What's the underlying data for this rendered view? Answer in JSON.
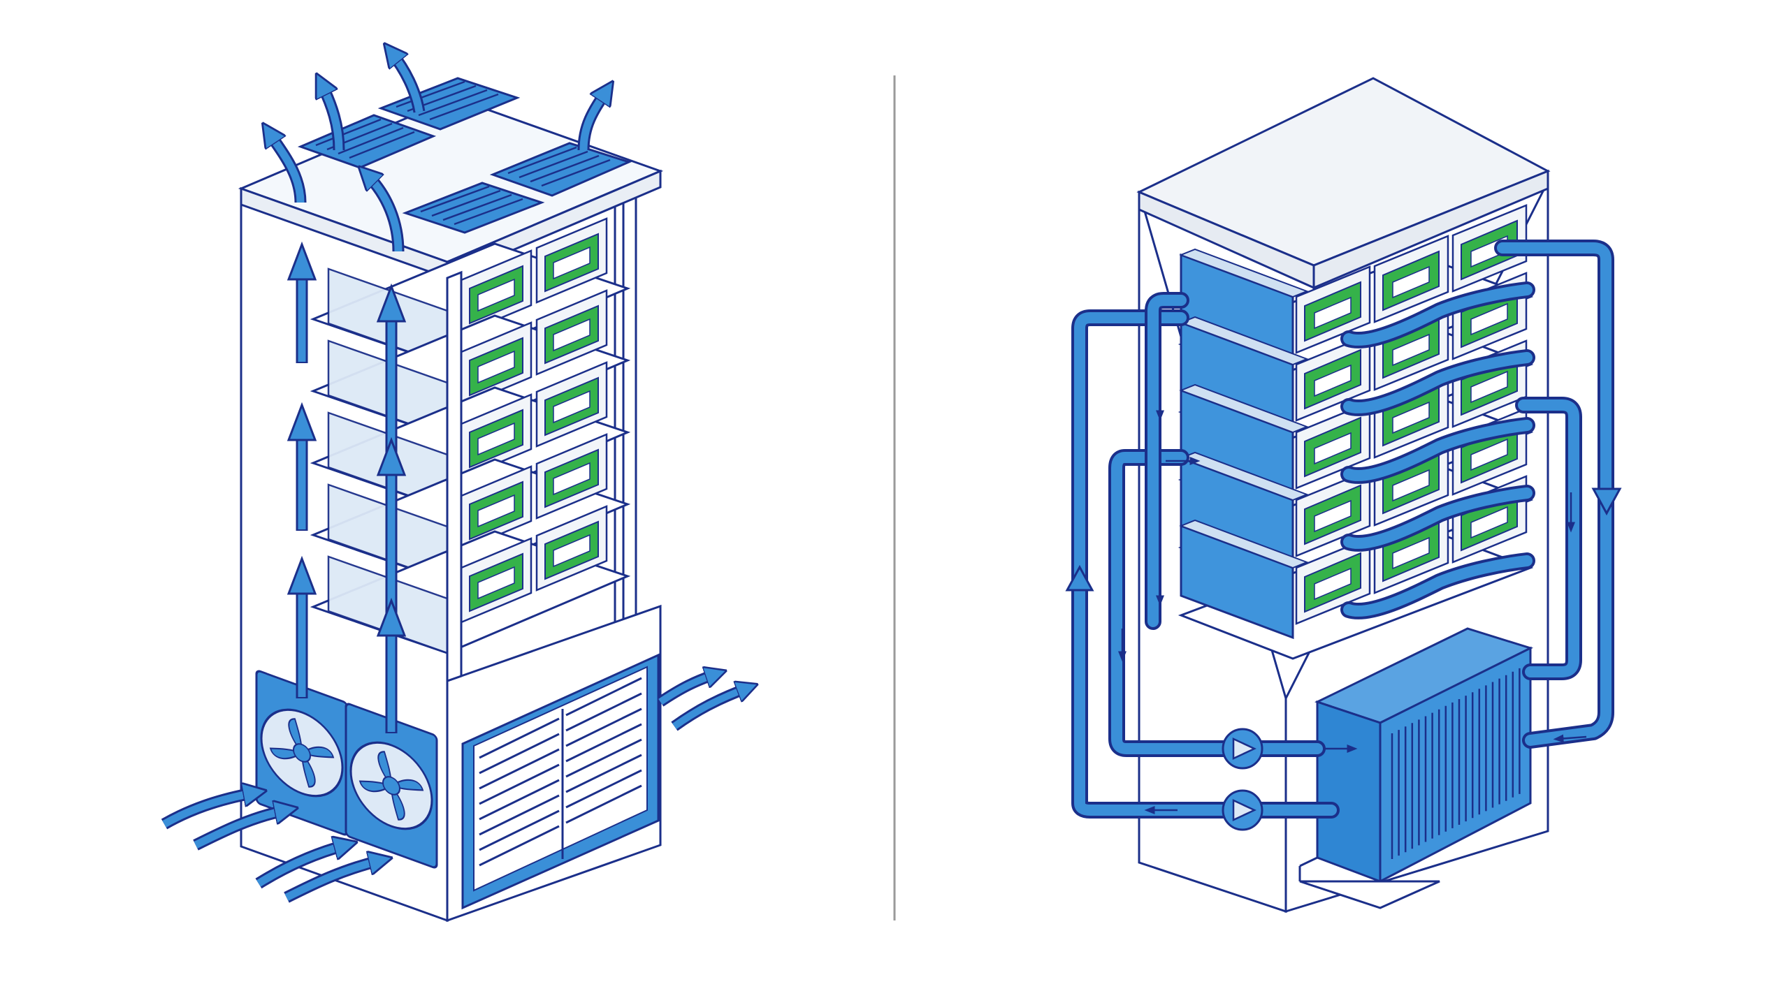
{
  "panels": [
    {
      "id": "air-cooling",
      "kind": "air"
    },
    {
      "id": "liquid-cooling",
      "kind": "liquid"
    }
  ],
  "colors": {
    "line": "#1b2f8a",
    "flow": "#3a8fd8",
    "flow_dark": "#1f6fc2",
    "fill_light": "#dde9f6",
    "fill_mid": "#cfe0f2",
    "block": "#3f94dc",
    "gpu": "#35b24a",
    "background": "#ffffff",
    "divider": "#9a9a9a"
  },
  "icons": [
    "fan-icon",
    "pump-icon",
    "heat-exchanger-icon",
    "vent-grille-icon",
    "airflow-arrow-icon",
    "coolant-arrow-icon"
  ],
  "air_cooling": {
    "server_trays": 5,
    "fans": 2,
    "top_vents": 4
  },
  "liquid_cooling": {
    "server_trays": 5,
    "pumps": 2,
    "heat_exchangers": 1
  }
}
